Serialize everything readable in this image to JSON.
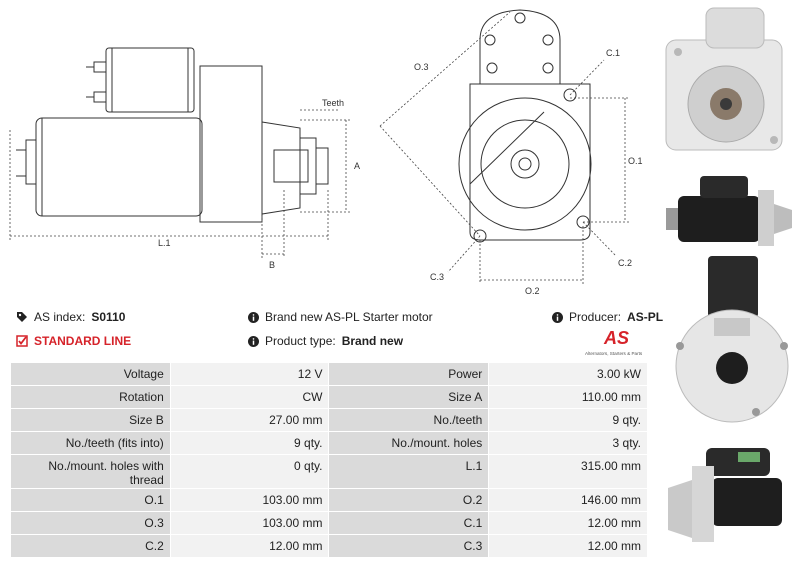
{
  "drawing": {
    "labels": {
      "teeth": "Teeth",
      "a": "A",
      "b": "B",
      "l1": "L.1",
      "o1": "O.1",
      "o2": "O.2",
      "o3": "O.3",
      "c1": "C.1",
      "c2": "C.2",
      "c3": "C.3"
    }
  },
  "info": {
    "as_index_label": "AS index:",
    "as_index_value": "S0110",
    "standard_line": "STANDARD LINE",
    "description": "Brand new AS-PL Starter motor",
    "product_type_label": "Product type:",
    "product_type_value": "Brand new",
    "producer_label": "Producer:",
    "producer_value": "AS-PL",
    "logo_text": "AS",
    "logo_tagline": "Alternators, Starters & Parts"
  },
  "specs": [
    [
      "Voltage",
      "12 V",
      "Power",
      "3.00 kW"
    ],
    [
      "Rotation",
      "CW",
      "Size A",
      "110.00 mm"
    ],
    [
      "Size B",
      "27.00 mm",
      "No./teeth",
      "9 qty."
    ],
    [
      "No./teeth (fits into)",
      "9 qty.",
      "No./mount. holes",
      "3 qty."
    ],
    [
      "No./mount. holes with thread",
      "0 qty.",
      "L.1",
      "315.00 mm"
    ],
    [
      "O.1",
      "103.00 mm",
      "O.2",
      "146.00 mm"
    ],
    [
      "O.3",
      "103.00 mm",
      "C.1",
      "12.00 mm"
    ],
    [
      "C.2",
      "12.00 mm",
      "C.3",
      "12.00 mm"
    ]
  ],
  "colors": {
    "accent_red": "#d6232a",
    "key_cell": "#dadada",
    "value_cell": "#f2f2f2"
  }
}
